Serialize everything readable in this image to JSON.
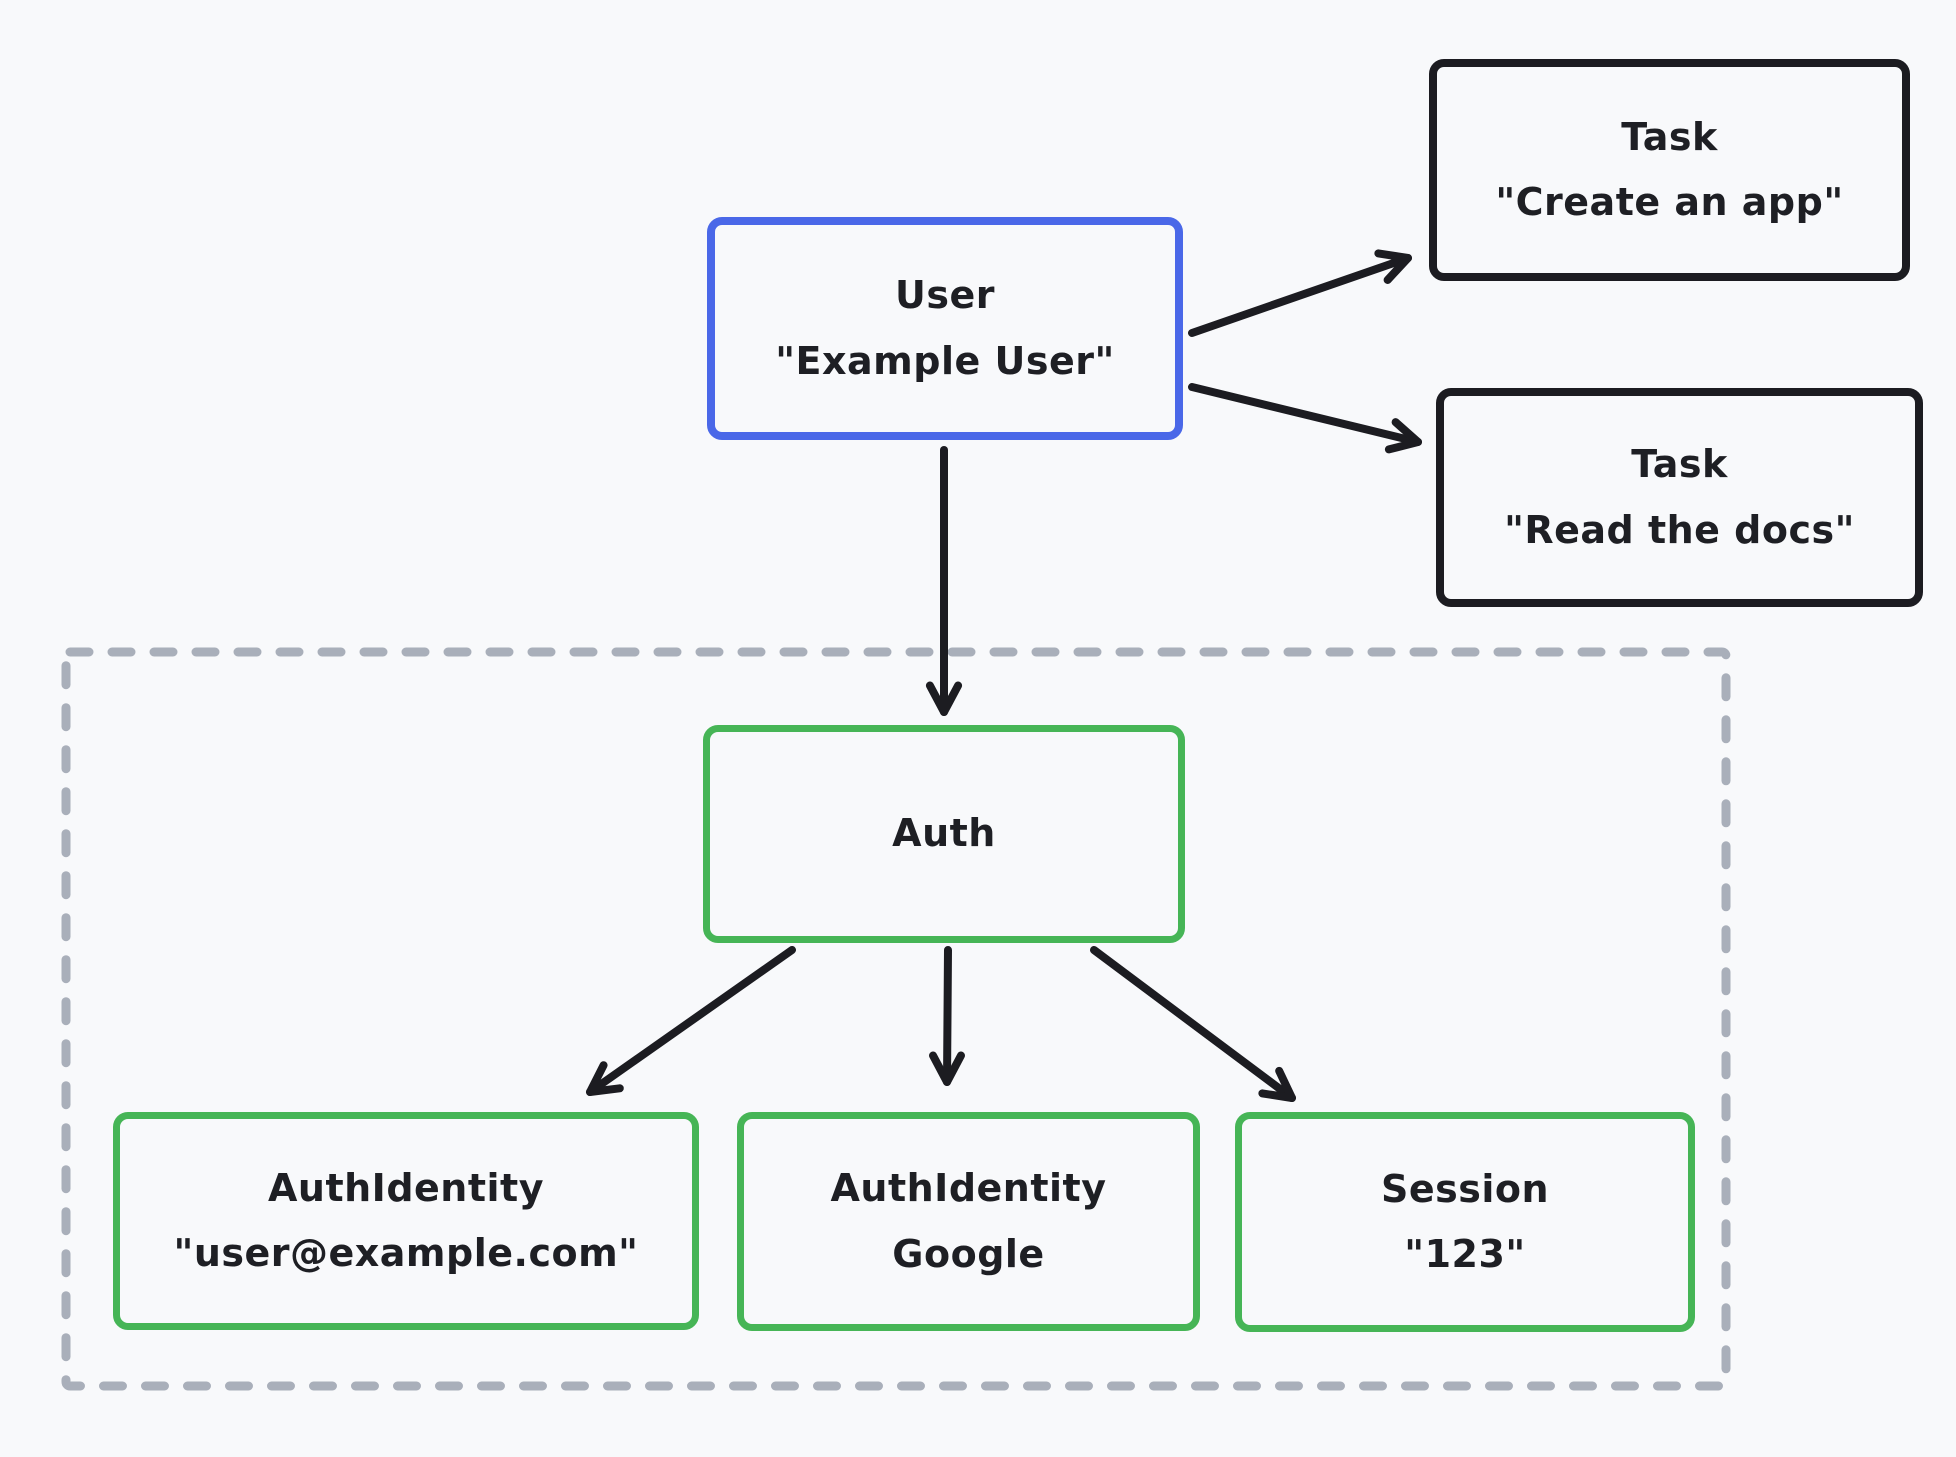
{
  "diagram": {
    "background": "#f8f9fb",
    "colors": {
      "node_black": "#1c1c21",
      "node_blue": "#4a68e8",
      "node_green": "#46b556",
      "dash_gray": "#a9afba",
      "arrow_black": "#1c1c21",
      "text": "#1e1f24"
    },
    "nodes": {
      "user": {
        "title": "User",
        "subtitle": "\"Example User\""
      },
      "task_create": {
        "title": "Task",
        "subtitle": "\"Create an app\""
      },
      "task_read": {
        "title": "Task",
        "subtitle": "\"Read the docs\""
      },
      "auth": {
        "title": "Auth"
      },
      "auth_identity_email": {
        "title": "AuthIdentity",
        "subtitle": "\"user@example.com\""
      },
      "auth_identity_google": {
        "title": "AuthIdentity",
        "subtitle": "Google"
      },
      "session": {
        "title": "Session",
        "subtitle": "\"123\""
      }
    },
    "edges": [
      {
        "from": "user",
        "to": "task_create"
      },
      {
        "from": "user",
        "to": "task_read"
      },
      {
        "from": "user",
        "to": "auth"
      },
      {
        "from": "auth",
        "to": "auth_identity_email"
      },
      {
        "from": "auth",
        "to": "auth_identity_google"
      },
      {
        "from": "auth",
        "to": "session"
      }
    ]
  }
}
